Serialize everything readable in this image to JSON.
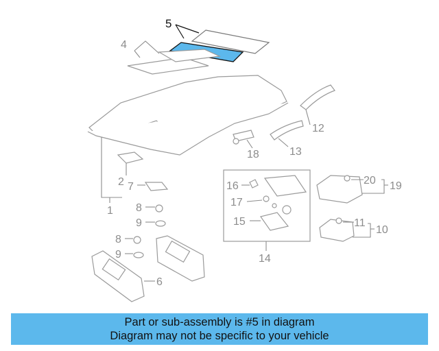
{
  "diagram": {
    "highlight_color": "#5cb8ec",
    "callouts": {
      "c1": "1",
      "c2": "2",
      "c4": "4",
      "c5": "5",
      "c6": "6",
      "c7": "7",
      "c8a": "8",
      "c8b": "8",
      "c9a": "9",
      "c9b": "9",
      "c10": "10",
      "c11": "11",
      "c12": "12",
      "c13": "13",
      "c14": "14",
      "c15": "15",
      "c16": "16",
      "c17": "17",
      "c18": "18",
      "c19": "19",
      "c20": "20"
    }
  },
  "banner": {
    "line1": "Part or sub-assembly is #5 in diagram",
    "line2": "Diagram may not be specific to your vehicle",
    "color": "#5cb8ec"
  }
}
